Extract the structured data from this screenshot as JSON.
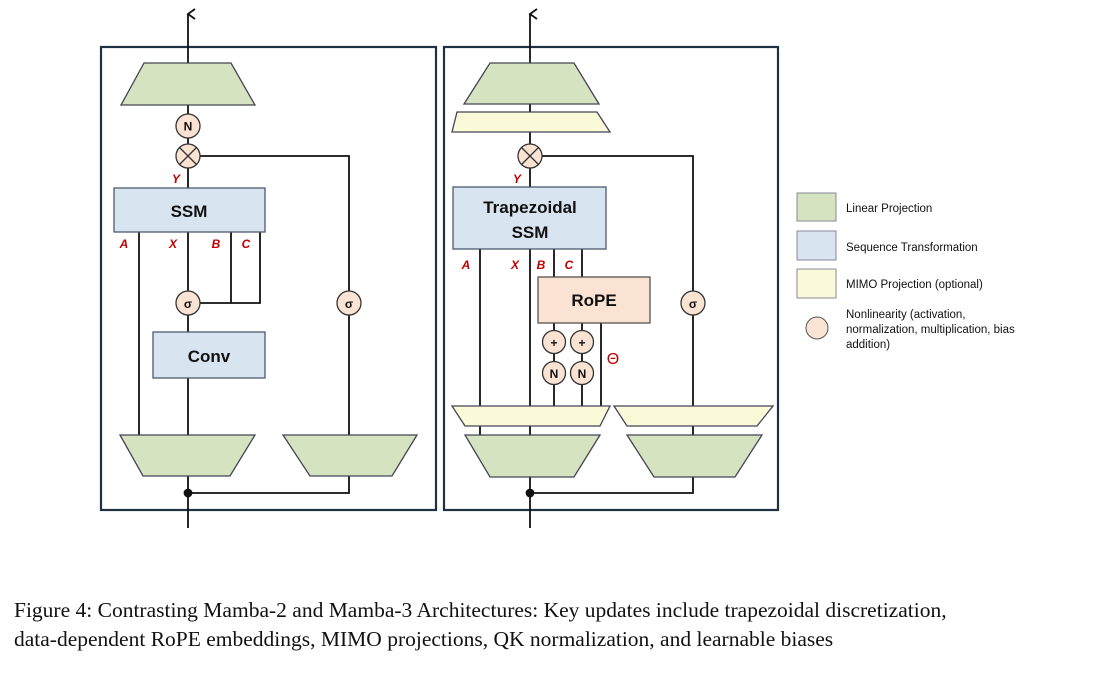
{
  "colors": {
    "linear_projection": "#d5e3c0",
    "sequence_transformation": "#d9e4f1",
    "mimo_projection": "#fafad8",
    "nonlinearity": "#fbe3d3",
    "frame": "#1f3244",
    "label_red": "#c00000"
  },
  "mamba2": {
    "ssm_label": "SSM",
    "conv_label": "Conv",
    "norm_symbol": "N",
    "sigma_symbol": "σ",
    "multiply_symbol": "⊗",
    "labels": {
      "y": "Y",
      "a": "A",
      "x": "X",
      "b": "B",
      "c": "C"
    }
  },
  "mamba3": {
    "ssm_label_line1": "Trapezoidal",
    "ssm_label_line2": "SSM",
    "rope_label": "RoPE",
    "plus_symbol": "+",
    "norm_symbol": "N",
    "sigma_symbol": "σ",
    "theta_symbol": "Θ",
    "labels": {
      "y": "Y",
      "a": "A",
      "x": "X",
      "b": "B",
      "c": "C"
    }
  },
  "legend": [
    {
      "label": "Linear Projection"
    },
    {
      "label": "Sequence Transformation"
    },
    {
      "label": "MIMO Projection (optional)"
    },
    {
      "label_lines": [
        "Nonlinearity (activation,",
        "normalization, multiplication, bias",
        "addition)"
      ]
    }
  ],
  "caption": {
    "line1": "Figure 4: Contrasting Mamba-2 and Mamba-3 Architectures: Key updates include trapezoidal discretization,",
    "line2": "data-dependent RoPE embeddings, MIMO projections, QK normalization, and learnable biases"
  }
}
